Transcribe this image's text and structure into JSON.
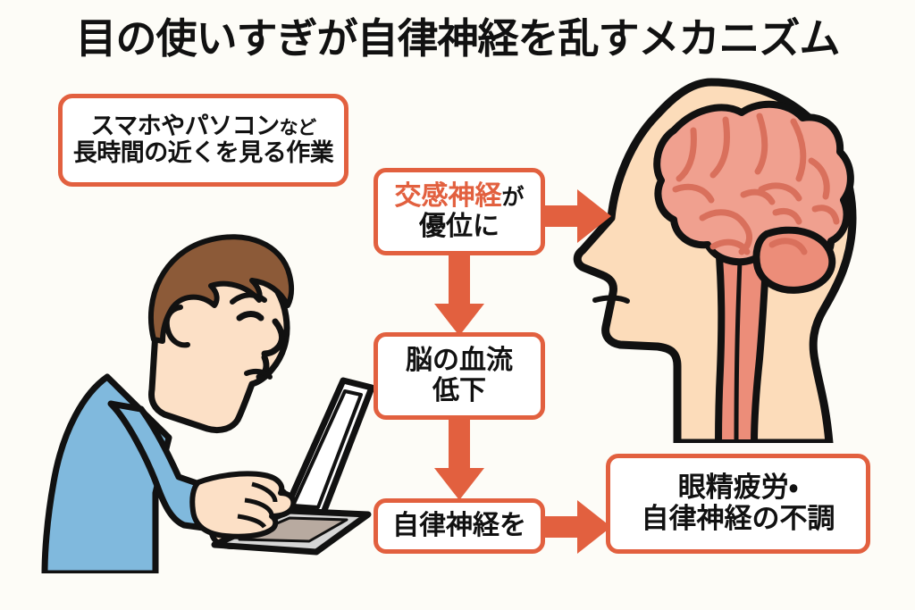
{
  "page": {
    "background_color": "#fdfcf7",
    "accent_color": "#e2603f",
    "text_color": "#111111"
  },
  "title": "目の使いすぎが自律神経を乱すメカニズム",
  "boxes": {
    "source": {
      "line1_main": "スマホやパソコン",
      "line1_suffix": "など",
      "line2": "長時間の近くを見る作業"
    },
    "sympathetic": {
      "line1_highlight": "交感神経",
      "line1_suffix": "が",
      "line2": "優位に",
      "highlight_color": "#e2603f"
    },
    "bloodflow": {
      "line1": "脳の血流",
      "line2": "低下"
    },
    "autonomic": {
      "line1": "自律神経を"
    },
    "result": {
      "line1": "眼精疲労・",
      "line2": "自律神経の不調"
    }
  },
  "arrows": {
    "down_1": "arrow-down",
    "down_2": "arrow-down",
    "right_1": "arrow-right",
    "right_2": "arrow-right"
  },
  "illustrations": {
    "person": {
      "name": "man-using-laptop",
      "hair_color": "#8c5a38",
      "skin_color": "#fce0c6",
      "shirt_color": "#80b9dd",
      "laptop_screen_color": "#ffffff",
      "laptop_base_color": "#d6d6d6"
    },
    "head": {
      "name": "head-profile-with-brain",
      "skin_color": "#fcdcba",
      "brain_color": "#f0a08f",
      "brain_line_color": "#d9705c",
      "stem_color": "#ec8d79"
    }
  }
}
